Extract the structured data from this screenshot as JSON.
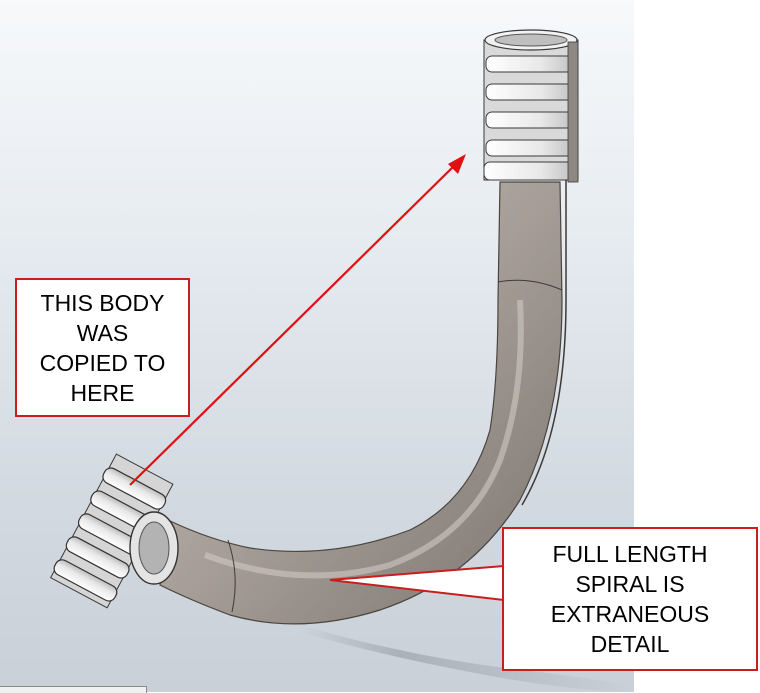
{
  "callouts": {
    "copied_body": {
      "lines": [
        "THIS BODY",
        "WAS",
        "COPIED TO",
        "HERE"
      ]
    },
    "spiral_detail": {
      "lines": [
        "FULL LENGTH",
        "SPIRAL IS",
        "EXTRANEOUS",
        "DETAIL"
      ]
    }
  },
  "colors": {
    "callout_border": "#c81e1e",
    "arrow": "#e01010",
    "pipe_body": "#a59d96"
  }
}
